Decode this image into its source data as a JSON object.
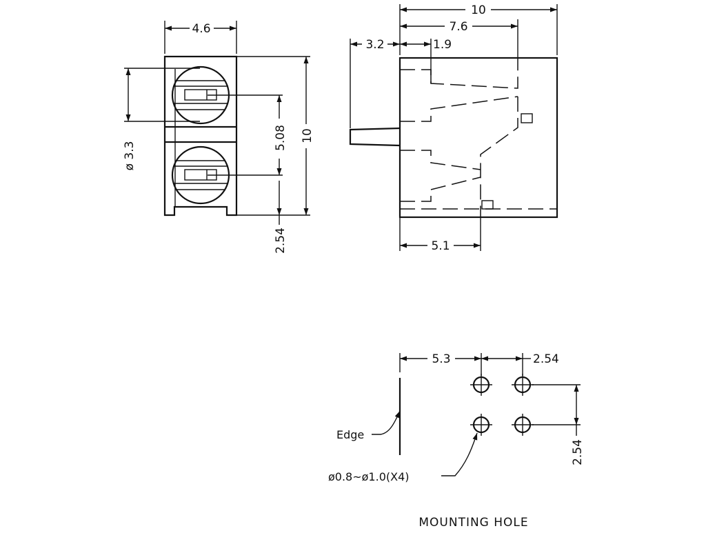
{
  "front_view": {
    "width_label": "4.6",
    "diameter_label": "ø 3.3",
    "pitch_label": "5.08",
    "height_label": "10",
    "bottom_label": "2.54"
  },
  "side_view": {
    "overall_label": "10",
    "depth_label": "7.6",
    "lens_label": "3.2",
    "step_label": "1.9",
    "lead_label": "5.1"
  },
  "mounting_hole": {
    "edge_offset_label": "5.3",
    "horizontal_pitch_label": "2.54",
    "vertical_pitch_label": "2.54",
    "edge_label": "Edge",
    "hole_label": "ø0.8~ø1.0(X4)",
    "title": "MOUNTING  HOLE"
  }
}
